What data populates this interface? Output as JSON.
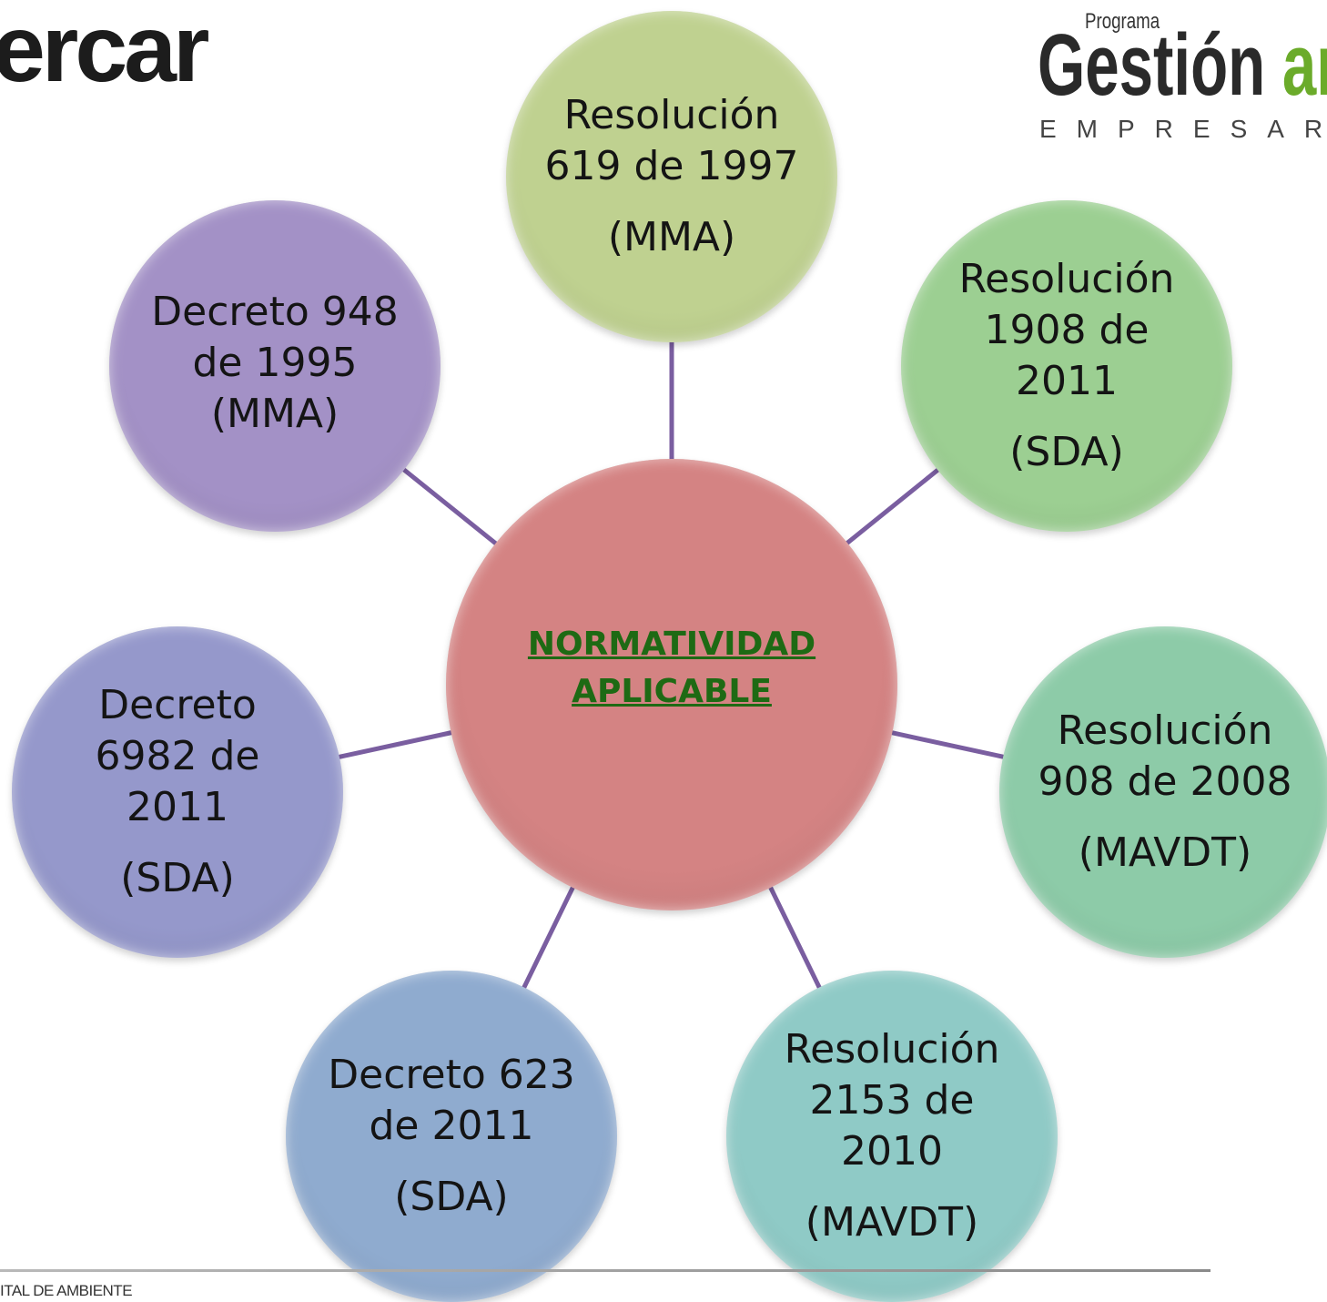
{
  "header": {
    "logo_left": {
      "text_dark": "e",
      "text_accent": "",
      "text": "ercar"
    },
    "logo_right": {
      "small": "Programa",
      "big_dark": "Gestión",
      "big_accent": " an",
      "sub": "EMPRESAR"
    }
  },
  "diagram": {
    "center": {
      "lines": [
        "NORMATIVIDAD",
        "APLICABLE"
      ]
    },
    "nodes": [
      {
        "id": "res-619",
        "lines": [
          "Resolución",
          "619 de 1997"
        ],
        "agency": "(MMA)"
      },
      {
        "id": "res-1908",
        "lines": [
          "Resolución",
          "1908 de",
          "2011"
        ],
        "agency": "(SDA)"
      },
      {
        "id": "res-908",
        "lines": [
          "Resolución",
          "908 de 2008"
        ],
        "agency": "(MAVDT)"
      },
      {
        "id": "res-2153",
        "lines": [
          "Resolución",
          "2153 de",
          "2010"
        ],
        "agency": "(MAVDT)"
      },
      {
        "id": "dec-623",
        "lines": [
          "Decreto 623",
          "de 2011"
        ],
        "agency": "(SDA)"
      },
      {
        "id": "dec-6982",
        "lines": [
          "Decreto",
          "6982 de",
          "2011"
        ],
        "agency": "(SDA)"
      },
      {
        "id": "dec-948",
        "lines": [
          "Decreto 948",
          "de 1995",
          "(MMA)"
        ],
        "agency": ""
      }
    ],
    "colors": {
      "center": "#d48383",
      "res-619": "#bfd190",
      "res-1908": "#9ccf92",
      "res-908": "#8dcba8",
      "res-2153": "#8fcac6",
      "dec-623": "#8fabcf",
      "dec-6982": "#9598cb",
      "dec-948": "#a391c6",
      "connector": "#7a5ea0"
    }
  },
  "footer": {
    "text": "ITAL DE AMBIENTE"
  }
}
